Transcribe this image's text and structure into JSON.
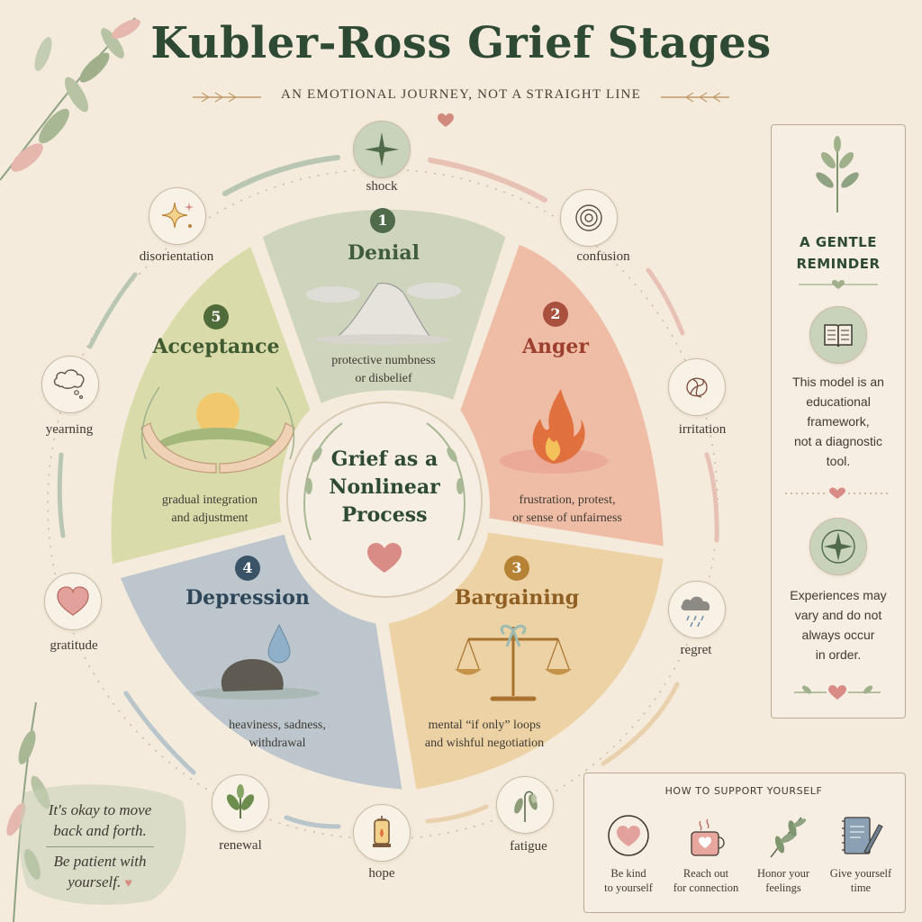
{
  "header": {
    "title": "Kubler-Ross Grief Stages",
    "subtitle": "AN EMOTIONAL JOURNEY, NOT A STRAIGHT LINE"
  },
  "center": {
    "line1": "Grief as a",
    "line2": "Nonlinear",
    "line3": "Process"
  },
  "stages": [
    {
      "number": "1",
      "name": "Denial",
      "desc1": "protective numbness",
      "desc2": "or disbelief",
      "color": "#4f6b4a"
    },
    {
      "number": "2",
      "name": "Anger",
      "desc1": "frustration, protest,",
      "desc2": "or sense of unfairness",
      "color": "#b04a3a"
    },
    {
      "number": "3",
      "name": "Bargaining",
      "desc1": "mental “if only” loops",
      "desc2": "and wishful negotiation",
      "color": "#a8732f"
    },
    {
      "number": "4",
      "name": "Depression",
      "desc1": "heaviness, sadness,",
      "desc2": "withdrawal",
      "color": "#3b5366"
    },
    {
      "number": "5",
      "name": "Acceptance",
      "desc1": "gradual integration",
      "desc2": "and adjustment",
      "color": "#4f6b3a"
    }
  ],
  "emotions": {
    "shock": "shock",
    "confusion": "confusion",
    "irritation": "irritation",
    "regret": "regret",
    "fatigue": "fatigue",
    "hope": "hope",
    "renewal": "renewal",
    "gratitude": "gratitude",
    "yearning": "yearning",
    "disorientation": "disorientation"
  },
  "reminder": {
    "title1": "A GENTLE",
    "title2": "REMINDER",
    "text1": [
      "This model is an",
      "educational",
      "framework,",
      "not a diagnostic",
      "tool."
    ],
    "text2": [
      "Experiences may",
      "vary and do not",
      "always occur",
      "in order."
    ]
  },
  "support": {
    "title": "HOW TO SUPPORT YOURSELF",
    "items": [
      {
        "line1": "Be kind",
        "line2": "to yourself"
      },
      {
        "line1": "Reach out",
        "line2": "for connection"
      },
      {
        "line1": "Honor your",
        "line2": "feelings"
      },
      {
        "line1": "Give yourself",
        "line2": "time"
      }
    ]
  },
  "note": {
    "line1": "It's okay to move",
    "line2": "back and forth.",
    "line3": "Be patient with",
    "line4": "yourself."
  },
  "colors": {
    "denial_fill": "#cfd5bd",
    "anger_fill": "#efbda6",
    "bargaining_fill": "#ecd2a4",
    "depression_fill": "#bcc6cc",
    "acceptance_fill": "#d9dcaa",
    "heart": "#d98c86",
    "title": "#2e4a34"
  },
  "icons": {
    "shock": "compass-star-icon",
    "confusion": "spiral-target-icon",
    "irritation": "tangle-icon",
    "regret": "rain-cloud-icon",
    "fatigue": "drooping-plant-icon",
    "hope": "lantern-icon",
    "renewal": "sprout-icon",
    "gratitude": "heart-icon",
    "yearning": "thought-cloud-icon",
    "disorientation": "sparkle-icon"
  }
}
